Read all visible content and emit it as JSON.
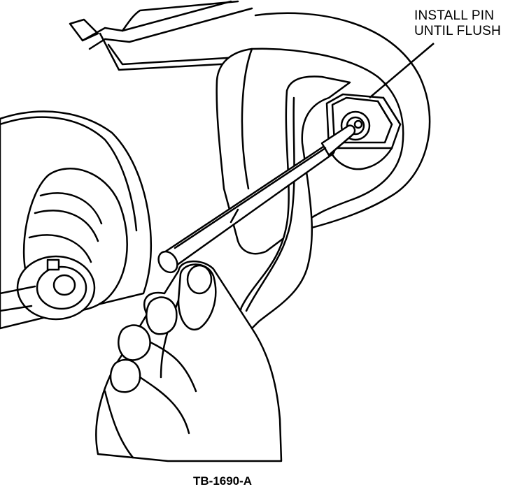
{
  "callout": {
    "line1": "INSTALL PIN",
    "line2": "UNTIL FLUSH"
  },
  "figure_id": "TB-1690-A"
}
